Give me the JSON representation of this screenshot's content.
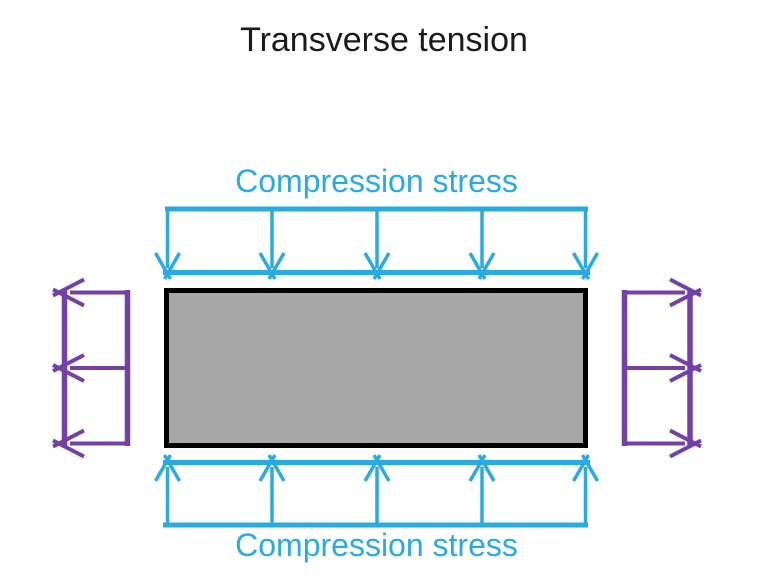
{
  "title": "Transverse tension",
  "top_load": {
    "label": "Compression stress",
    "arrow_count": 5,
    "direction": "down"
  },
  "bottom_load": {
    "label": "Compression stress",
    "arrow_count": 5,
    "direction": "up"
  },
  "left_load": {
    "arrow_count": 3,
    "direction": "left"
  },
  "right_load": {
    "arrow_count": 3,
    "direction": "right"
  },
  "colors": {
    "compression": "#29ABE2",
    "tension": "#7340A6",
    "specimen_fill": "#A7A7A7",
    "specimen_border": "#000000",
    "title_text": "#1A1A1A",
    "background": "#FFFFFF"
  }
}
